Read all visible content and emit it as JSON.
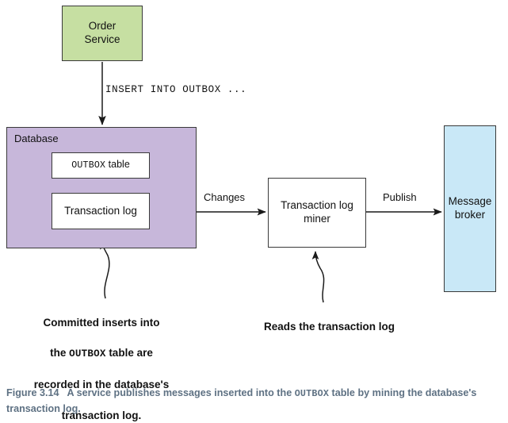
{
  "figure": {
    "caption_prefix": "Figure 3.14",
    "caption_part1": "A service publishes messages inserted into the ",
    "caption_mono": "OUTBOX",
    "caption_part2": " table by mining the database's transaction log."
  },
  "nodes": {
    "order_service": {
      "label": "Order\nService",
      "color": "#c6dfa2"
    },
    "database": {
      "label": "Database",
      "color": "#c7b7da"
    },
    "outbox_table": {
      "mono": "OUTBOX",
      "rest": " table",
      "color": "#ffffff"
    },
    "transaction_log": {
      "label": "Transaction log",
      "color": "#ffffff"
    },
    "miner": {
      "label": "Transaction log\nminer",
      "color": "#ffffff"
    },
    "message_broker": {
      "label": "Message\nbroker",
      "color": "#c9e8f7"
    }
  },
  "edges": {
    "insert": "INSERT INTO OUTBOX ...",
    "changes": "Changes",
    "publish": "Publish"
  },
  "callouts": {
    "left": {
      "line1": "Committed inserts into",
      "line2_pre": "the ",
      "line2_mono": "OUTBOX",
      "line2_post": " table are",
      "line3": "recorded in the database's",
      "line4": "transaction log."
    },
    "right": {
      "text": "Reads the transaction log"
    }
  },
  "colors": {
    "green": "#c6dfa2",
    "purple": "#c7b7da",
    "blue": "#c9e8f7",
    "stroke": "#3a3a3a",
    "caption": "#5e7183"
  }
}
